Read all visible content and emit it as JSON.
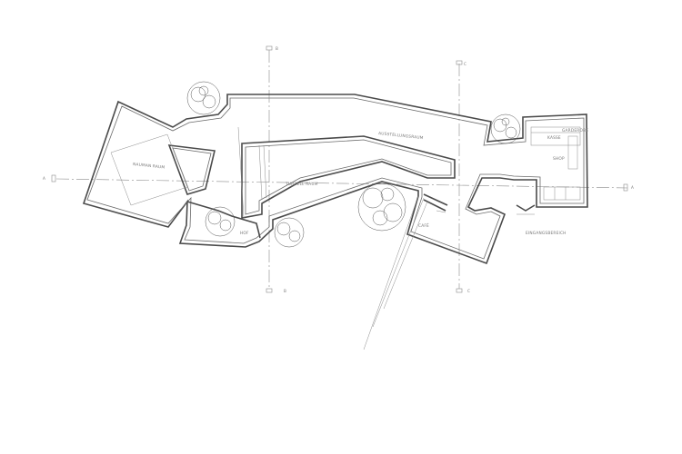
{
  "rooms": {
    "nauman": "NAUMAN RAUM",
    "ausstellung": "AUSSTELLUNGSRAUM",
    "turrell": "TURRELL RAUM",
    "hof": "HOF",
    "cafe": "CAFÉ",
    "shop": "SHOP",
    "kasse": "KASSE",
    "garderobe": "GARDEROBE",
    "eingang": "EINGANGSBEREICH"
  },
  "section_markers": {
    "a_left": "A",
    "a_right": "A",
    "b_top": "B",
    "b_bottom": "B",
    "c_top": "C",
    "c_bottom": "C"
  }
}
